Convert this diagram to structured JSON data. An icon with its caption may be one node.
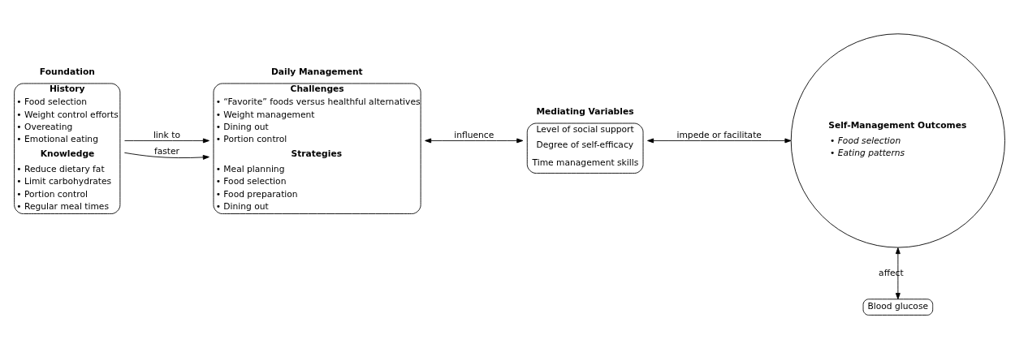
{
  "diagram": {
    "nodes": [
      {
        "text": [
          "Foundation",
          "History",
          "• Food selection",
          "• Weight control efforts",
          "• Overeating",
          "• Emotional eating",
          "Knowledge",
          "• Reduce dietary fat",
          "• Limit carbohydrates",
          "• Portion control",
          "• Regular meal times"
        ]
      },
      {
        "text": [
          "Daily Management",
          "Challenges",
          "• “Favorite” foods versus healthful alternatives",
          "• Weight management",
          "• Dining out",
          "• Portion control",
          "Strategies",
          "• Meal planning",
          "• Food selection",
          "• Food preparation",
          "• Dining out"
        ]
      },
      {
        "text": [
          "Mediating Variables",
          "Level of social support",
          "Degree of self-efficacy",
          "Time management skills"
        ]
      },
      {
        "text": [
          "Self-Management Outcomes",
          "• Food selection",
          "• Eating patterns"
        ]
      },
      {
        "text": [
          "Blood glucose"
        ]
      }
    ],
    "edges": [
      {
        "from": 0,
        "to": 1,
        "arrow": "to",
        "label": "link to"
      },
      {
        "from": 0,
        "to": 1,
        "arrow": "to",
        "label": "faster"
      },
      {
        "from": 1,
        "to": 2,
        "arrow": "both",
        "label": "influence"
      },
      {
        "from": 2,
        "to": 3,
        "arrow": "both",
        "label": "impede or facilitate"
      },
      {
        "from": 3,
        "to": 4,
        "arrow": "both",
        "label": "affect"
      }
    ]
  }
}
